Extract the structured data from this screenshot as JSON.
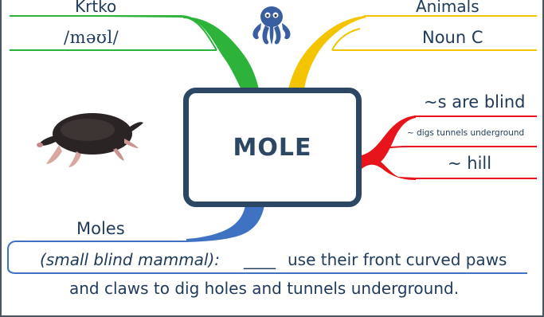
{
  "center": {
    "label": "MOLE"
  },
  "branches": {
    "translation": {
      "word": "Krtko",
      "pronunciation": "/məʊl/",
      "color": "#2db33a"
    },
    "category": {
      "group": "Animals",
      "type": "Noun C",
      "color": "#f5c400"
    },
    "collocations": {
      "items": [
        "~s are blind",
        "~ digs tunnels underground",
        "~ hill"
      ],
      "color": "#e8141c"
    },
    "definition": {
      "plural": "Moles",
      "hint": "(small blind mammal):",
      "blank": "____",
      "sentence_part1": "use their front curved paws",
      "sentence_part2": "and claws to dig holes and tunnels underground.",
      "color": "#3f72c2"
    }
  },
  "colors": {
    "center_border": "#2b4763",
    "text": "#1f3a5a",
    "logo": "#3a5fa0"
  },
  "icons": {
    "logo": "octopus-icon",
    "image": "mole-illustration"
  }
}
